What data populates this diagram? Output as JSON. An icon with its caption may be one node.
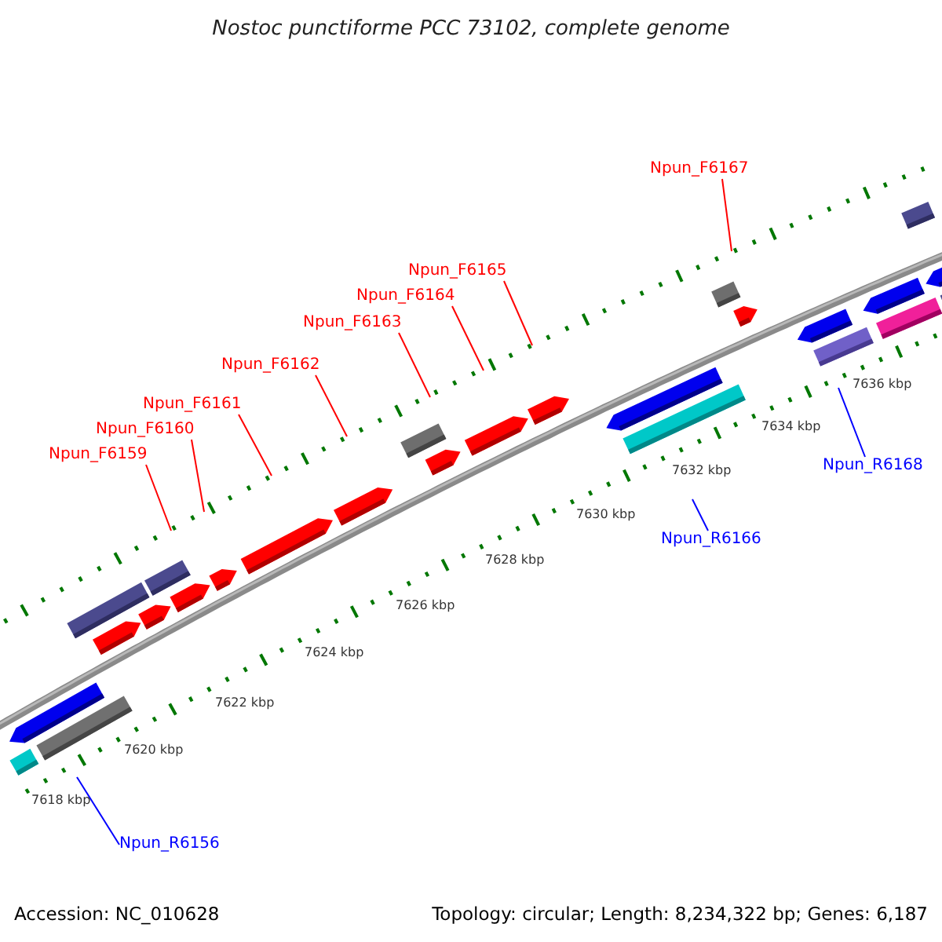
{
  "diagram": {
    "title": "Nostoc punctiforme PCC 73102, complete genome",
    "nodes": [
      {
        "text": [
          "Npun_F6167"
        ]
      },
      {
        "text": [
          "Npun_F6165"
        ]
      },
      {
        "text": [
          "Npun_F6164"
        ]
      },
      {
        "text": [
          "Npun_F6163"
        ]
      },
      {
        "text": [
          "Npun_F6162"
        ]
      },
      {
        "text": [
          "Npun_F6161"
        ]
      },
      {
        "text": [
          "Npun_F6160"
        ]
      },
      {
        "text": [
          "Npun_F6159"
        ]
      },
      {
        "text": [
          "Npun_R6168"
        ]
      },
      {
        "text": [
          "Npun_R6166"
        ]
      },
      {
        "text": [
          "Npun_R6156"
        ]
      }
    ],
    "edges": [
      {
        "from": 0,
        "to": null,
        "arrow": "none"
      },
      {
        "from": 1,
        "to": null,
        "arrow": "none"
      },
      {
        "from": 2,
        "to": null,
        "arrow": "none"
      },
      {
        "from": 3,
        "to": null,
        "arrow": "none"
      },
      {
        "from": 4,
        "to": null,
        "arrow": "none"
      },
      {
        "from": 5,
        "to": null,
        "arrow": "none"
      },
      {
        "from": 6,
        "to": null,
        "arrow": "none"
      },
      {
        "from": 7,
        "to": null,
        "arrow": "none"
      },
      {
        "from": 8,
        "to": null,
        "arrow": "none",
        "color": "#0000ff"
      },
      {
        "from": 9,
        "to": null,
        "arrow": "none",
        "color": "#0000ff"
      },
      {
        "from": 10,
        "to": null,
        "arrow": "none",
        "color": "#0000ff"
      }
    ],
    "labels": [
      "7636 kbp",
      "7634 kbp",
      "7632 kbp",
      "7630 kbp",
      "7628 kbp",
      "7626 kbp",
      "7624 kbp",
      "7622 kbp",
      "7620 kbp",
      "7618 kbp",
      "Accession: NC_010628",
      "Topology: circular; Length: 8,234,322 bp; Genes: 6,187"
    ]
  }
}
